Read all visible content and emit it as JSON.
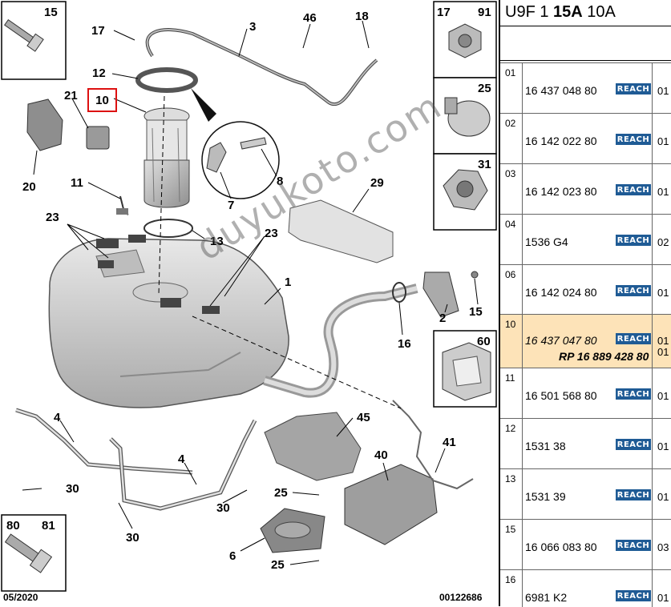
{
  "diagram": {
    "callouts": [
      "15",
      "17",
      "12",
      "10",
      "21",
      "20",
      "11",
      "23",
      "13",
      "3",
      "46",
      "18",
      "8",
      "7",
      "29",
      "23",
      "1",
      "2",
      "16",
      "15",
      "4",
      "30",
      "4",
      "45",
      "40",
      "41",
      "25",
      "30",
      "6",
      "25",
      "30"
    ],
    "selected_callout": "10",
    "insets": {
      "top_left": "15",
      "bottom_left_a": "80",
      "bottom_left_b": "81",
      "right_a": "17",
      "right_b": "91",
      "right_c": "25",
      "right_d": "31",
      "right_e": "60"
    },
    "date": "05/2020",
    "ref": "00122686",
    "watermark": "duyukoto.com"
  },
  "panel": {
    "title_prefix": "U9F 1 ",
    "title_bold": "15A",
    "title_suffix": " 10A",
    "rows": [
      {
        "idx": "01",
        "pn": "16 437 048 80",
        "badge": "REACH",
        "qty": "01"
      },
      {
        "idx": "02",
        "pn": "16 142 022 80",
        "badge": "REACH",
        "qty": "01"
      },
      {
        "idx": "03",
        "pn": "16 142 023 80",
        "badge": "REACH",
        "qty": "01"
      },
      {
        "idx": "04",
        "pn": "1536 G4",
        "badge": "REACH",
        "qty": "02"
      },
      {
        "idx": "06",
        "pn": "16 142 024 80",
        "badge": "REACH",
        "qty": "01"
      },
      {
        "idx": "10",
        "pn": "16 437 047 80",
        "badge": "REACH",
        "qty": "01",
        "rp": "RP 16 889 428 80",
        "qty2": "01"
      },
      {
        "idx": "11",
        "pn": "16 501 568 80",
        "badge": "REACH",
        "qty": "01"
      },
      {
        "idx": "12",
        "pn": "1531 38",
        "badge": "REACH",
        "qty": "01"
      },
      {
        "idx": "13",
        "pn": "1531 39",
        "badge": "REACH",
        "qty": "01"
      },
      {
        "idx": "15",
        "pn": "16 066 083 80",
        "badge": "REACH",
        "qty": "03"
      },
      {
        "idx": "16",
        "pn": "6981 K2",
        "badge": "REACH",
        "qty": "01"
      }
    ]
  }
}
